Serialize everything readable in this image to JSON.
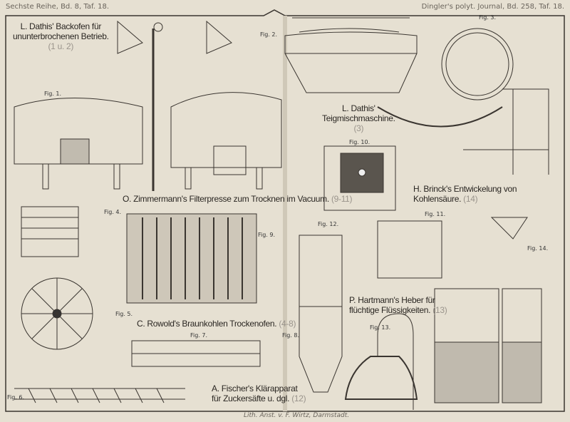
{
  "header": {
    "left": "Sechste Reihe, Bd. 8, Taf. 18.",
    "right": "Dingler's polyt. Journal, Bd. 258, Taf. 18."
  },
  "captions": [
    {
      "title": "L. Dathis' Backofen für",
      "title2": "ununterbrochenen Betrieb.",
      "ref": "(1 u. 2)"
    },
    {
      "title": "L. Dathis'",
      "title2": "Teigmischmaschine.",
      "ref": "(3)"
    },
    {
      "title": "O. Zimmermann's Filterpresse zum Trocknen im Vacuum.",
      "ref": "(9-11)"
    },
    {
      "title": "H. Brinck's Entwickelung von Kohlensäure.",
      "ref": "(14)"
    },
    {
      "title": "C. Rowold's Braunkohlen Trockenofen.",
      "ref": "(4-8)"
    },
    {
      "title": "P. Hartmann's Heber für",
      "title2": "flüchtige Flüssigkeiten.",
      "ref": "(13)"
    },
    {
      "title": "A. Fischer's Klärapparat",
      "title2": "für Zuckersäfte u. dgl.",
      "ref": "(12)"
    }
  ],
  "figures": [
    "Fig. 1.",
    "Fig. 2.",
    "Fig. 3.",
    "Fig. 4.",
    "Fig. 5.",
    "Fig. 6.",
    "Fig. 7.",
    "Fig. 8.",
    "Fig. 9.",
    "Fig. 10.",
    "Fig. 11.",
    "Fig. 12.",
    "Fig. 13.",
    "Fig. 14."
  ],
  "imprint": "Lith. Anst. v. F. Wirtz, Darmstadt."
}
